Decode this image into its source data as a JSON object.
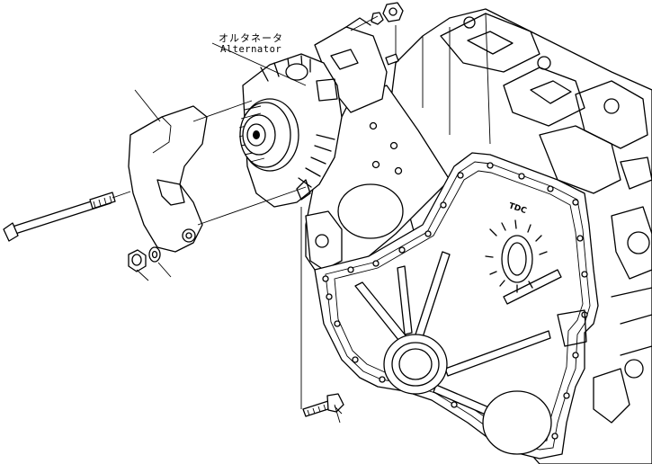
{
  "diagram": {
    "callout_alternator_ja": "オルタネータ",
    "callout_alternator_en": "Alternator",
    "cover_marking": "TDC"
  }
}
